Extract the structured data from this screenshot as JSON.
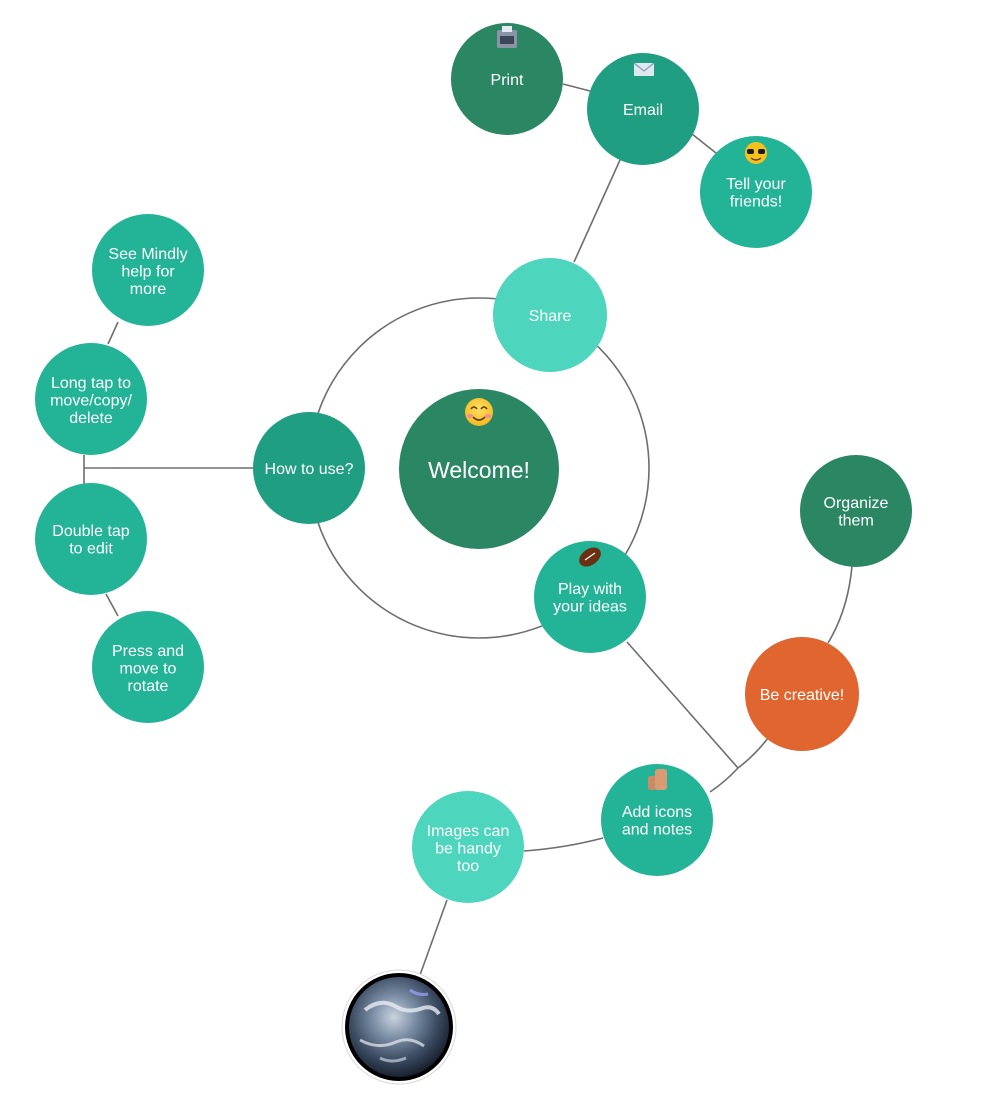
{
  "colors": {
    "dark_green": "#2a8663",
    "mid_green": "#1f9e81",
    "teal": "#23b497",
    "light_teal": "#4dd5bd",
    "orange": "#e0652e",
    "line": "#6e6e6e"
  },
  "nodes": {
    "welcome": {
      "lines": [
        "Welcome!"
      ],
      "icon": "smiling-face-icon"
    },
    "share": {
      "lines": [
        "Share"
      ]
    },
    "print": {
      "lines": [
        "Print"
      ],
      "icon": "fax-machine-icon"
    },
    "email": {
      "lines": [
        "Email"
      ],
      "icon": "envelope-icon"
    },
    "tell_friends": {
      "lines": [
        "Tell your",
        "friends!"
      ],
      "icon": "sunglasses-face-icon"
    },
    "how_to_use": {
      "lines": [
        "How to use?"
      ]
    },
    "see_help": {
      "lines": [
        "See Mindly",
        "help for",
        "more"
      ]
    },
    "long_tap": {
      "lines": [
        "Long tap to",
        "move/copy/",
        "delete"
      ]
    },
    "double_tap": {
      "lines": [
        "Double tap",
        "to edit"
      ]
    },
    "press_move": {
      "lines": [
        "Press and",
        "move to",
        "rotate"
      ]
    },
    "play_ideas": {
      "lines": [
        "Play with",
        "your ideas"
      ],
      "icon": "football-icon"
    },
    "be_creative": {
      "lines": [
        "Be creative!"
      ]
    },
    "organize": {
      "lines": [
        "Organize",
        "them"
      ]
    },
    "add_icons": {
      "lines": [
        "Add icons",
        "and notes"
      ],
      "icon": "thumbs-up-icon"
    },
    "images_handy": {
      "lines": [
        "Images can",
        "be handy",
        "too"
      ]
    },
    "earth": {
      "lines": [],
      "icon": "earth-image"
    }
  }
}
